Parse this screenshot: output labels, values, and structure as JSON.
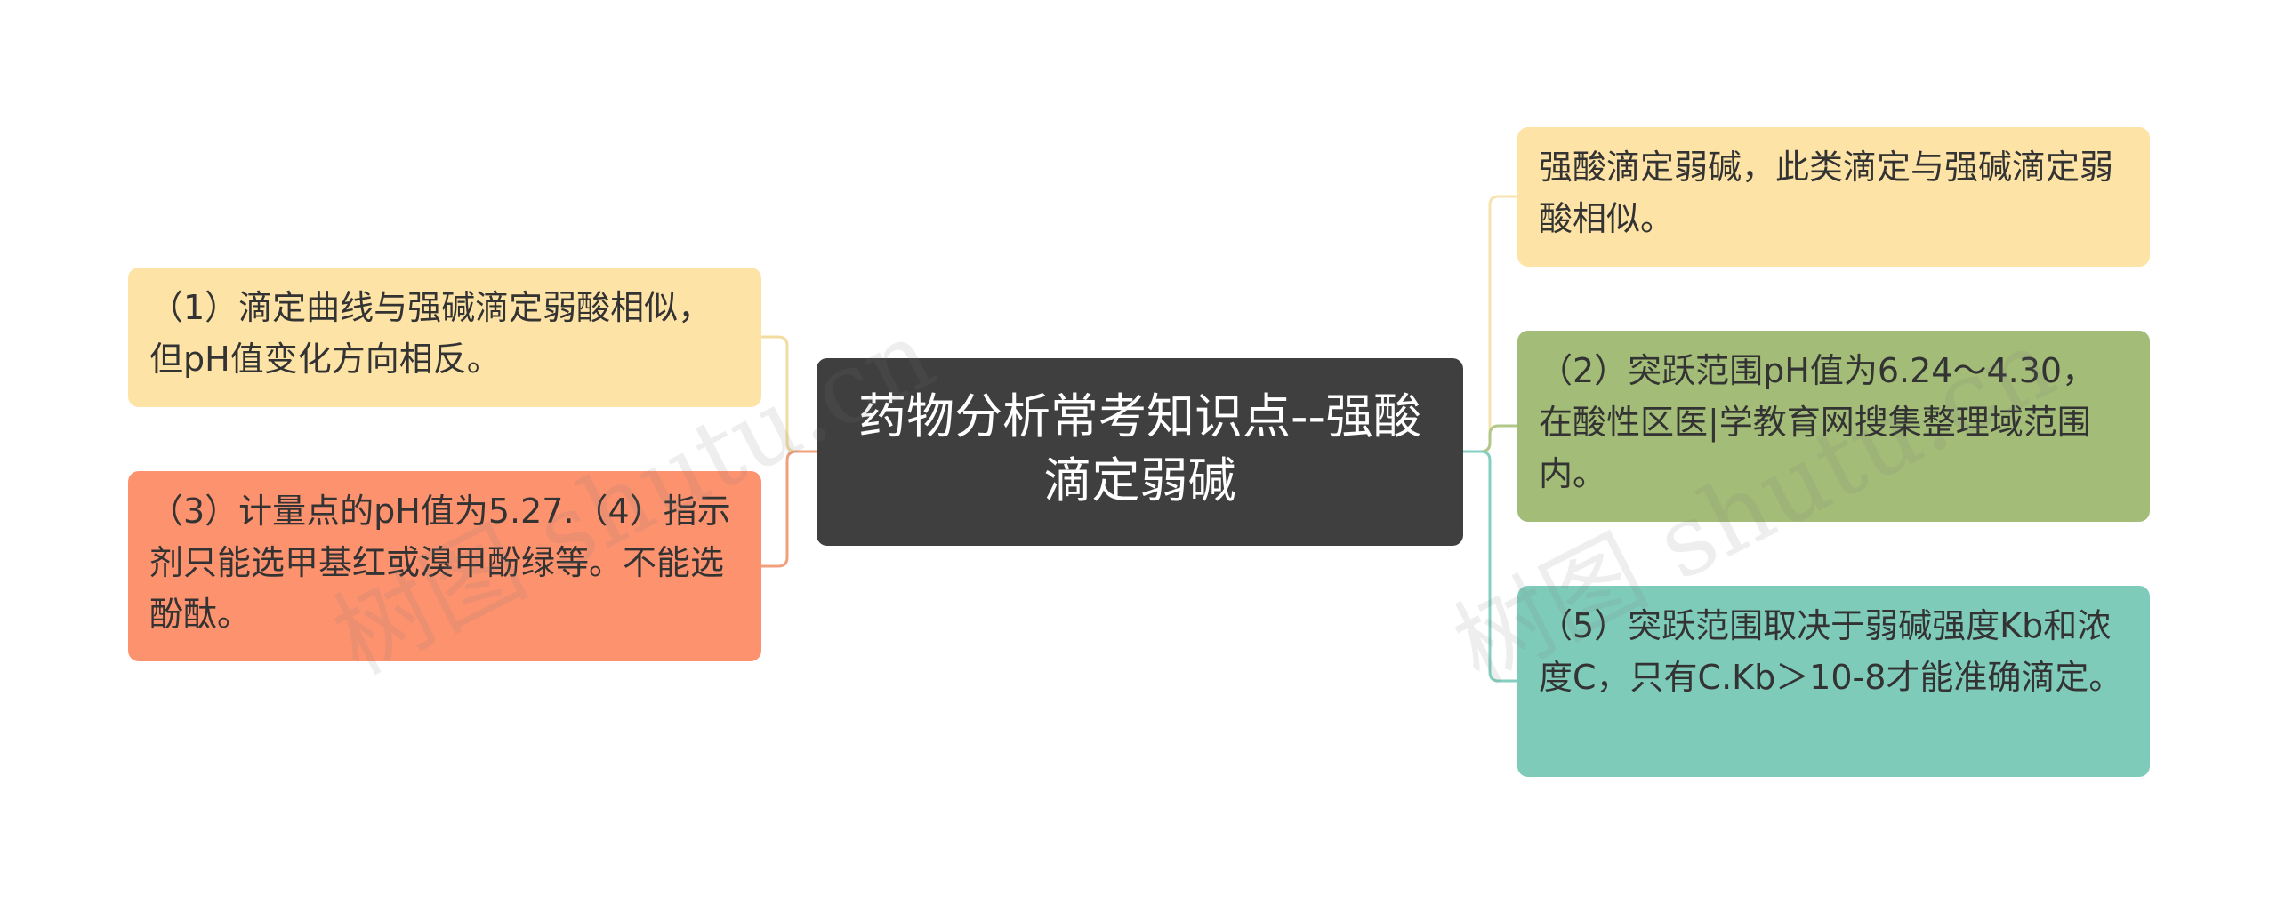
{
  "diagram": {
    "center": {
      "label": "药物分析常考知识点--强酸滴定弱碱",
      "color": "#3f3f3f"
    },
    "left_nodes": [
      {
        "label": "（1）滴定曲线与强碱滴定弱酸相似，但pH值变化方向相反。",
        "color": "#fde4a6",
        "line_color": "#f3dca0"
      },
      {
        "label": "（3）计量点的pH值为5.27.（4）指示剂只能选甲基红或溴甲酚绿等。不能选酚酞。",
        "color": "#fd926f",
        "line_color": "#f0a07e"
      }
    ],
    "right_nodes": [
      {
        "label": "强酸滴定弱碱，此类滴定与强碱滴定弱酸相似。",
        "color": "#fde4a6",
        "line_color": "#f6e3ad"
      },
      {
        "label": "（2）突跃范围pH值为6.24～4.30，在酸性区医|学教育网搜集整理域范围内。",
        "color": "#a3bc77",
        "line_color": "#b2c78a"
      },
      {
        "label": "（5）突跃范围取决于弱碱强度Kb和浓度C，只有C.Kb＞10-8才能准确滴定。",
        "color": "#7fcbb9",
        "line_color": "#86cfc0"
      }
    ]
  },
  "watermark": {
    "text_1": "树图 shutu.cn",
    "text_2": "树图 shutu.cn"
  }
}
